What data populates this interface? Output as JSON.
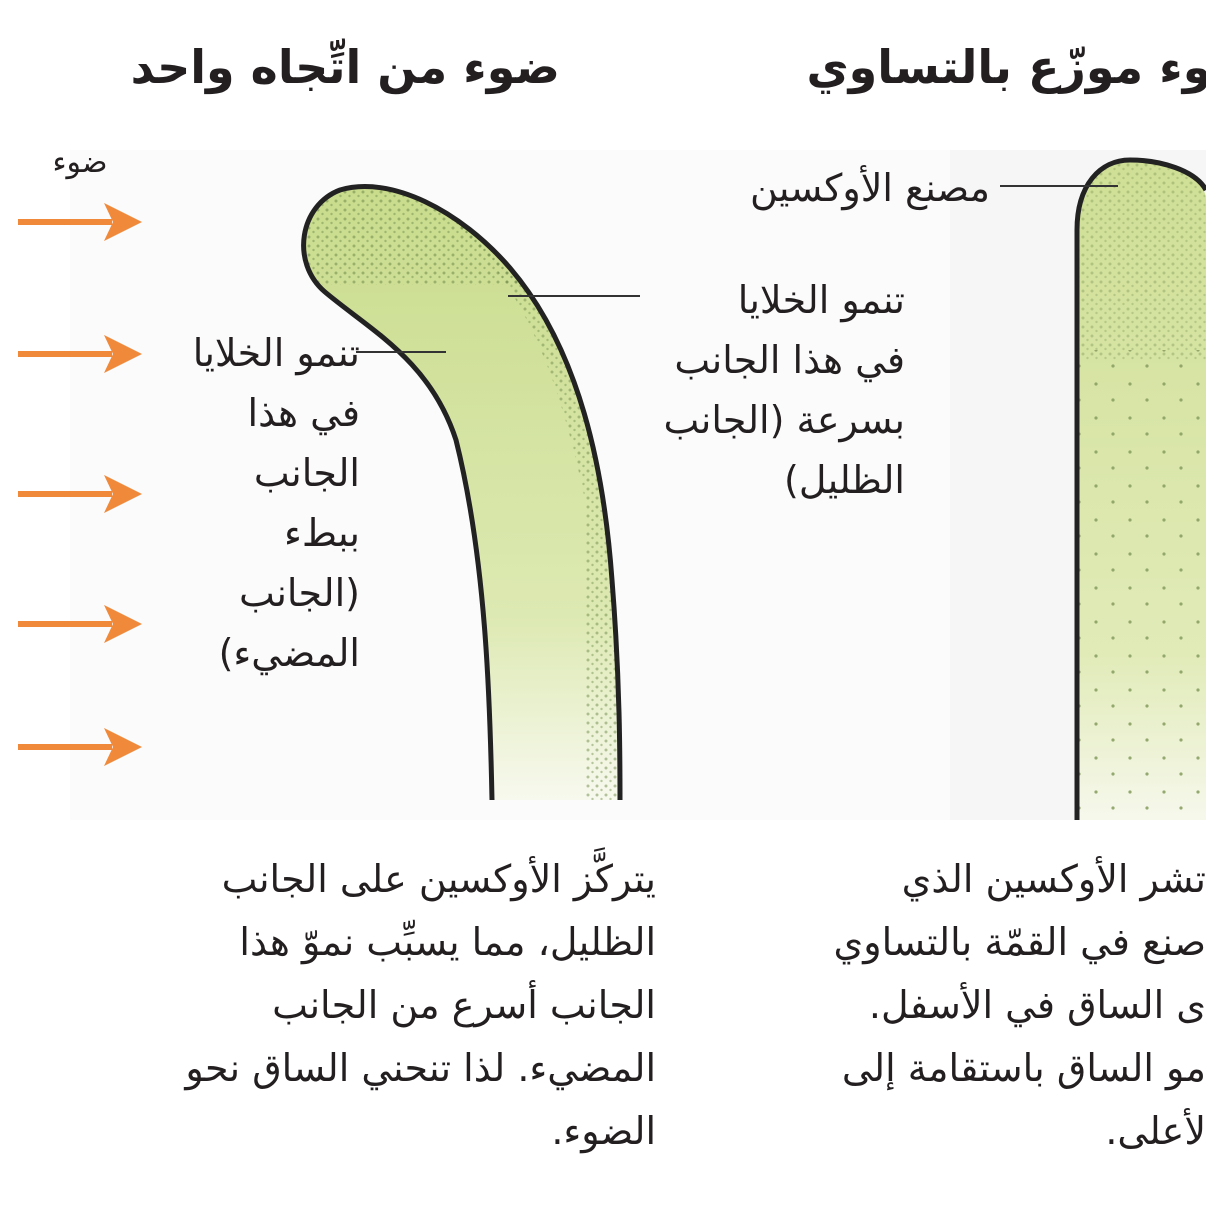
{
  "titles": {
    "one_direction": "ضوء من اتِّجاه واحد",
    "uniform": "ضوء موزّع بالتساوي"
  },
  "labels": {
    "light": "ضوء",
    "auxin_factory": "مصنع الأوكسين",
    "shaded_side": [
      "تنمو الخلايا",
      "في هذا الجانب",
      "بسرعة (الجانب",
      "الظليل)"
    ],
    "lit_side": [
      "تنمو الخلايا",
      "في هذا",
      "الجانب",
      "ببطء",
      "(الجانب",
      "المضيء)"
    ]
  },
  "captions": {
    "left": [
      "يتركَّز الأوكسين على الجانب",
      "الظليل، مما يسبِّب نموّ هذا",
      "الجانب أسرع من الجانب",
      "المضيء. لذا تنحني الساق نحو",
      "الضوء."
    ],
    "right": [
      "تشر الأوكسين الذي",
      "صنع في القمّة بالتساوي",
      "ى الساق في الأسفل.",
      "مو الساق باستقامة إلى",
      "لأعلى."
    ]
  },
  "colors": {
    "arrow": "#f0893a",
    "stem_fill": "#d6e3a5",
    "stem_outline": "#222222"
  }
}
